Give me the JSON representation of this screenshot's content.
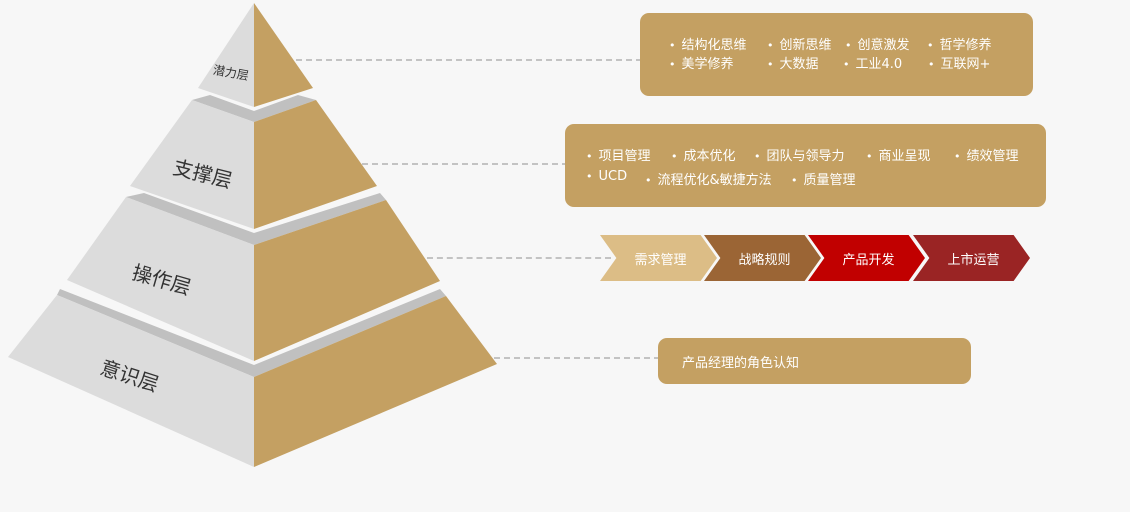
{
  "colors": {
    "background": "#f7f7f7",
    "pyramid_left": "#dcdcdc",
    "pyramid_right": "#c4a062",
    "pyramid_band": "#c0c0c0",
    "card": "#c4a062",
    "dash": "#c3c3c3",
    "chevrons": [
      "#dcbd86",
      "#9b6535",
      "#c10000",
      "#9a2424"
    ]
  },
  "pyramid": {
    "layers": [
      {
        "label": "潜力层"
      },
      {
        "label": "支撑层"
      },
      {
        "label": "操作层"
      },
      {
        "label": "意识层"
      }
    ]
  },
  "cards": {
    "potential": {
      "items": [
        "结构化思维",
        "创新思维",
        "创意激发",
        "哲学修养",
        "美学修养",
        "大数据",
        "工业4.0",
        "互联网+"
      ]
    },
    "support": {
      "items": [
        "项目管理",
        "成本优化",
        "团队与领导力",
        "商业呈现",
        "绩效管理",
        "UCD",
        "流程优化&敏捷方法",
        "质量管理"
      ]
    },
    "operation": {
      "steps": [
        "需求管理",
        "战略规则",
        "产品开发",
        "上市运营"
      ]
    },
    "awareness": {
      "text": "产品经理的角色认知"
    }
  }
}
